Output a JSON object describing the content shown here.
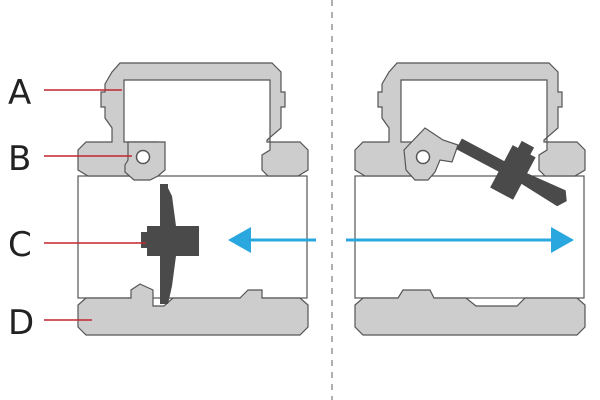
{
  "labels": [
    {
      "id": "A",
      "text": "A"
    },
    {
      "id": "B",
      "text": "B"
    },
    {
      "id": "C",
      "text": "C"
    },
    {
      "id": "D",
      "text": "D"
    }
  ],
  "colors": {
    "body_fill": "#cdcdcd",
    "body_stroke": "#555555",
    "disc_fill": "#4a4a4a",
    "leader_line": "#c0272d",
    "flow_arrow": "#2aa7df",
    "divider": "#b0b0b0",
    "text": "#222222"
  },
  "views": [
    {
      "id": "left",
      "state": "closed",
      "flow_direction": "left"
    },
    {
      "id": "right",
      "state": "open",
      "flow_direction": "right"
    }
  ]
}
